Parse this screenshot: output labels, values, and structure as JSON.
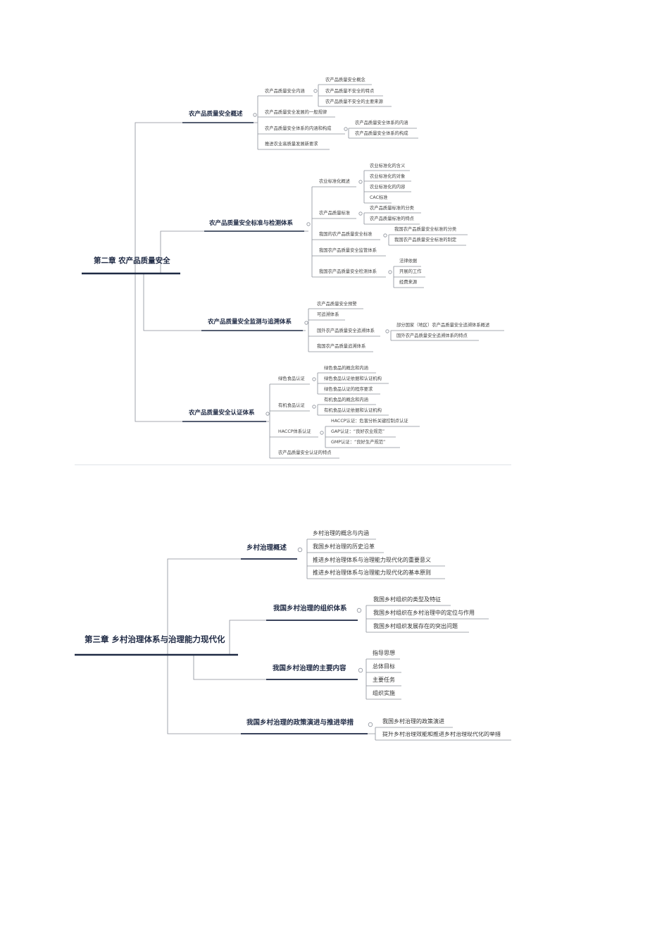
{
  "chapter2": {
    "title": "第二章 农产品质量安全",
    "branches": [
      {
        "label": "农产品质量安全概述",
        "children": [
          {
            "label": "农产品质量安全内涵",
            "children": [
              "农产品质量安全概念",
              "农产品质量不安全的特点",
              "农产品质量不安全的主要来源"
            ]
          },
          {
            "label": "农产品质量安全发展的一般规律"
          },
          {
            "label": "农产品质量安全体系的内涵和构成",
            "children": [
              "农产品质量安全体系的内涵",
              "农产品质量安全体系的构成"
            ]
          },
          {
            "label": "推进农业高质量发展新要求"
          }
        ]
      },
      {
        "label": "农产品质量安全标准与检测体系",
        "children": [
          {
            "label": "农业标准化概述",
            "children": [
              "农业标准化的含义",
              "农业标准化的对象",
              "农业标准化的内容",
              "CAC标准"
            ]
          },
          {
            "label": "农产品质量标准",
            "children": [
              "农产品质量标准的分类",
              "农产品质量标准的特点"
            ]
          },
          {
            "label": "我国的农产品质量安全标准",
            "children": [
              "我国农产品质量安全标准的分类",
              "我国农产品质量安全标准的制定"
            ]
          },
          {
            "label": "我国农产品质量安全监管体系"
          },
          {
            "label": "我国农产品质量安全检测体系",
            "children": [
              "法律依据",
              "开展的工作",
              "经费来源"
            ]
          }
        ]
      },
      {
        "label": "农产品质量安全监测与追溯体系",
        "children": [
          {
            "label": "农产品质量安全预警"
          },
          {
            "label": "可追溯体系"
          },
          {
            "label": "国外农产品质量安全追溯体系",
            "children": [
              "部分国家（地区）农产品质量安全追溯体系概述",
              "国外农产品质量安全追溯体系的特点"
            ]
          },
          {
            "label": "我国农产品质量追溯体系"
          }
        ]
      },
      {
        "label": "农产品质量安全认证体系",
        "children": [
          {
            "label": "绿色食品认证",
            "children": [
              "绿色食品的概念和内涵",
              "绿色食品认证依据和认证机构",
              "绿色食品认证的程序要求"
            ]
          },
          {
            "label": "有机食品认证",
            "children": [
              "有机食品的概念和内涵",
              "有机食品认证依据和认证机构"
            ]
          },
          {
            "label": "HACCP体系认证",
            "children": [
              "HACCP认证：危害分析关键控制点认证",
              "GAP认证：“良好农业规范”",
              "GMP认证：“良好生产规范”"
            ]
          },
          {
            "label": "农产品质量安全认证的特点"
          }
        ]
      }
    ]
  },
  "chapter3": {
    "title": "第三章 乡村治理体系与治理能力现代化",
    "branches": [
      {
        "label": "乡村治理概述",
        "children": [
          "乡村治理的概念与内涵",
          "我国乡村治理的历史沿革",
          "推进乡村治理体系与治理能力现代化的重要意义",
          "推进乡村治理体系与治理能力现代化的基本原则"
        ]
      },
      {
        "label": "我国乡村治理的组织体系",
        "children": [
          "我国乡村组织的类型及特征",
          "我国乡村组织在乡村治理中的定位与作用",
          "我国乡村组织发展存在的突出问题"
        ]
      },
      {
        "label": "我国乡村治理的主要内容",
        "children": [
          "指导思想",
          "总体目标",
          "主要任务",
          "组织实施"
        ]
      },
      {
        "label": "我国乡村治理的政策演进与推进举措",
        "children": [
          "我国乡村治理的政策演进",
          "提升乡村治理效能和推进乡村治理现代化的举措"
        ]
      }
    ]
  },
  "colors": {
    "line": "#8a8f99",
    "accent": "#1f2a44",
    "divider": "#dfe3e8"
  }
}
